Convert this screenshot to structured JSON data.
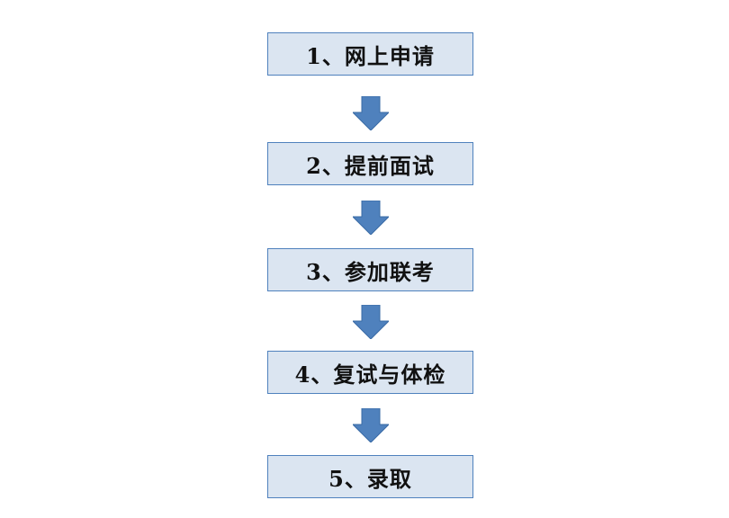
{
  "flowchart": {
    "steps": [
      {
        "label": "1、网上申请"
      },
      {
        "label": "2、提前面试"
      },
      {
        "label": "3、参加联考"
      },
      {
        "label": "4、复试与体检"
      },
      {
        "label": "5、录取"
      }
    ]
  },
  "colors": {
    "box_fill": "#dbe5f1",
    "box_border": "#4f81bd",
    "arrow_fill": "#4f81bd",
    "arrow_border": "#3a6ba5"
  }
}
